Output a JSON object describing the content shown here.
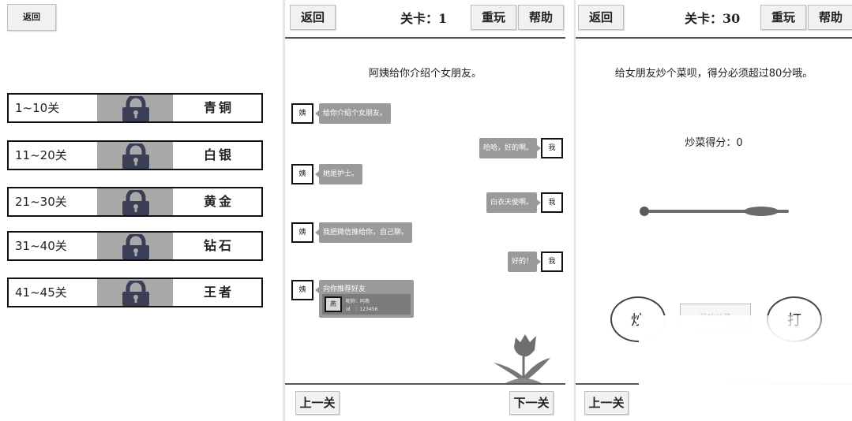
{
  "screen1": {
    "back_label": "返回",
    "levels": [
      {
        "range": "1~10关",
        "name": "青铜"
      },
      {
        "range": "11~20关",
        "name": "白银"
      },
      {
        "range": "21~30关",
        "name": "黄金"
      },
      {
        "range": "31~40关",
        "name": "钻石"
      },
      {
        "range": "41~45关",
        "name": "王者"
      }
    ]
  },
  "screen2": {
    "back_label": "返回",
    "level_text": "关卡：1",
    "replay_label": "重玩",
    "help_label": "帮助",
    "title": "阿姨给你介绍个女朋友。",
    "messages": [
      {
        "sender": "姨",
        "text": "给你介绍个女朋友。"
      },
      {
        "sender": "我",
        "text": "哈哈，好的啊。"
      },
      {
        "sender": "姨",
        "text": "她是护士。"
      },
      {
        "sender": "我",
        "text": "白衣天使啊。"
      },
      {
        "sender": "姨",
        "text": "我把微信推给你，自己聊。"
      },
      {
        "sender": "我",
        "text": "好的！"
      }
    ],
    "card": {
      "sender": "姨",
      "title": "向你推荐好友",
      "avatar": "燕",
      "line1": "昵称：阿燕",
      "line2": "id　：123456"
    },
    "prev_label": "上一关",
    "next_label": "下一关"
  },
  "screen3": {
    "back_label": "返回",
    "level_text": "关卡：30",
    "replay_label": "重玩",
    "help_label": "帮助",
    "title": "给女朋友炒个菜呗，得分必须超过80分哦。",
    "score_text": "炒菜得分：0",
    "stir_label": "炒",
    "mid_label": "开始炒菜",
    "right_label": "打",
    "prev_label": "上一关"
  },
  "colors": {
    "lock_bg": "#a9a9a9",
    "lock_icon": "#3a3f56",
    "bubble": "#9a9a9a",
    "border": "#111111"
  }
}
